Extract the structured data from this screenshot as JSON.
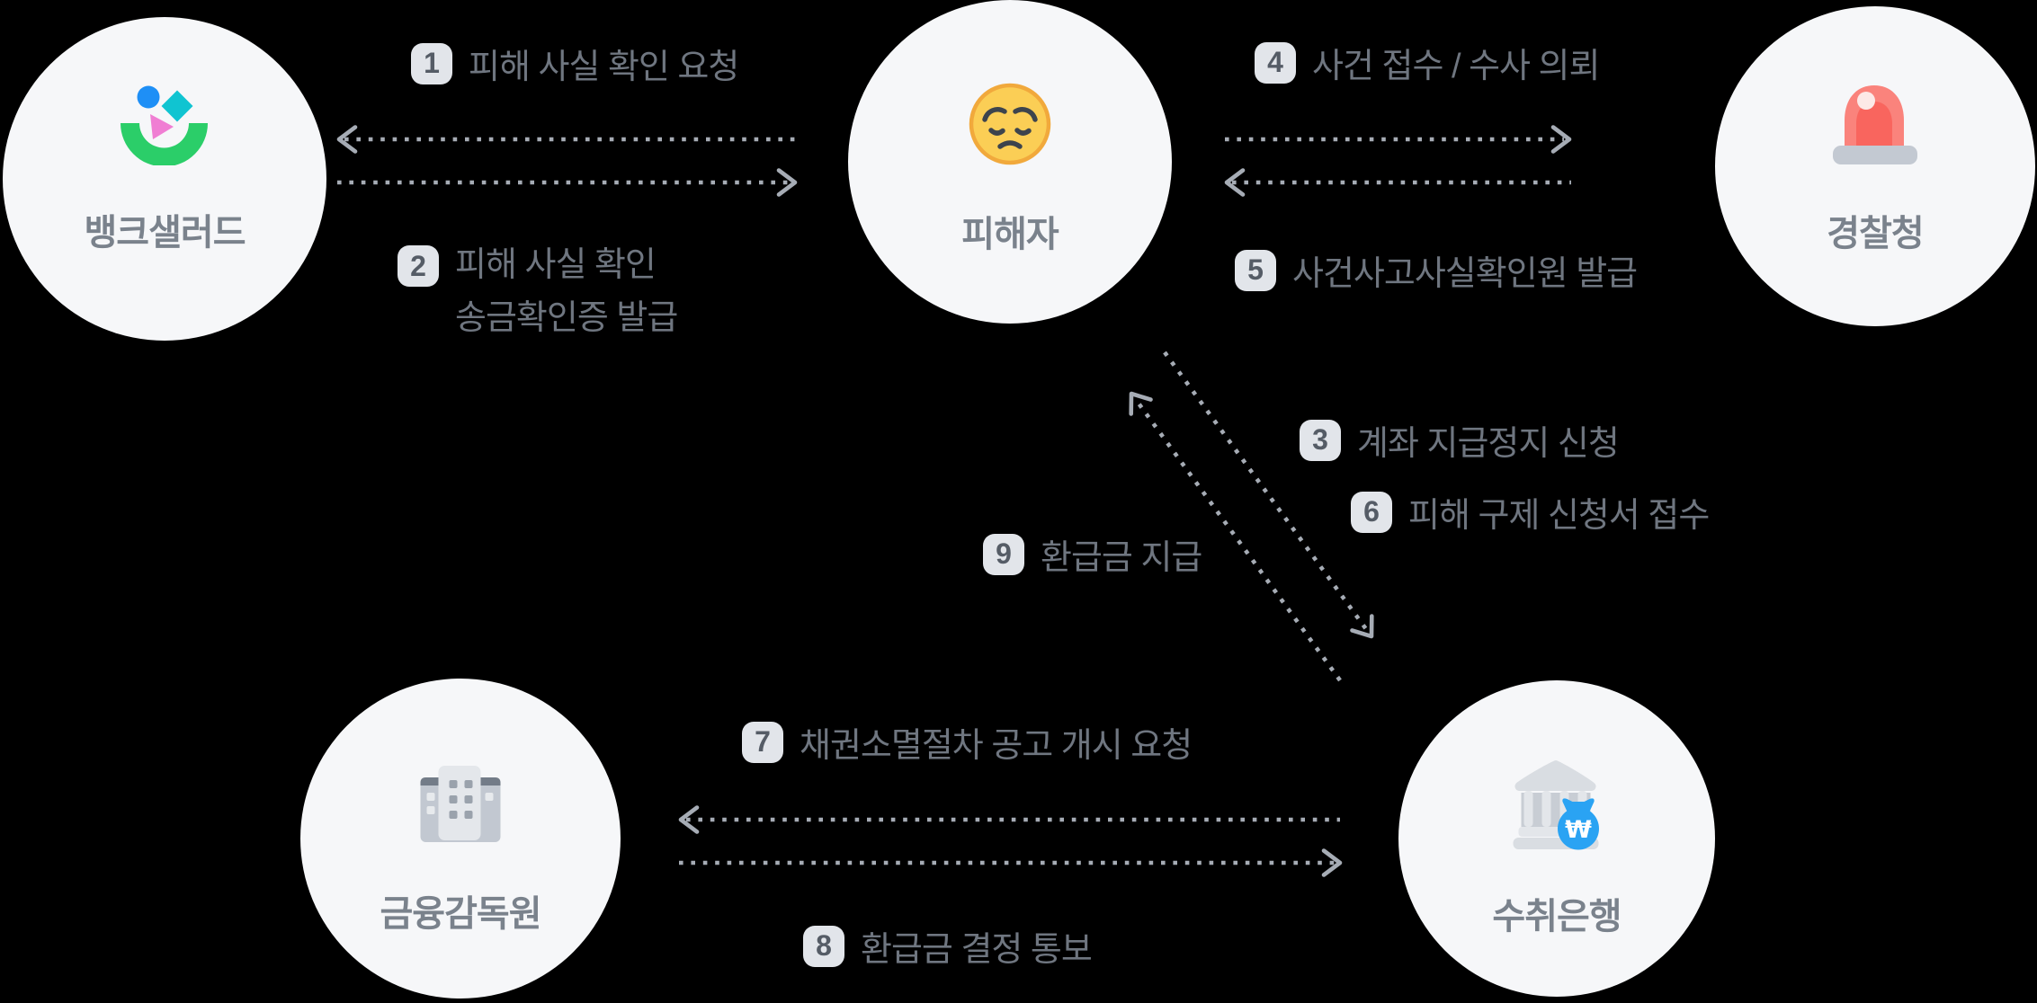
{
  "theme": {
    "background": "#000000",
    "circle_bg": "#F6F7F9",
    "node_text": "#7A828C",
    "label_text": "#6F7680",
    "badge_bg": "#E2E5EA",
    "badge_text": "#555C66",
    "arrow": "#A6ACB5",
    "logo_blue": "#1E8FF6",
    "logo_teal": "#10C4D1",
    "logo_pink": "#F07ED3",
    "logo_green": "#2BCE69",
    "emoji_face": "#FBCE55",
    "emoji_border": "#F1A93C",
    "emoji_feature": "#3D444D",
    "siren_red": "#FA837C",
    "siren_red_inner": "#F9655E",
    "siren_highlight": "#FCE9E7",
    "siren_base": "#C3C9D2",
    "bldg_mid": "#C2C8D1",
    "bldg_dark": "#737C88",
    "bldg_light": "#E4E7EB",
    "bldg_window": "#9AA2AC",
    "bank_light": "#D9DDE2",
    "bank_mid": "#C8CDD4",
    "bag_blue": "#2AA3F3"
  },
  "nodes": [
    {
      "id": "banksalad",
      "label": "뱅크샐러드",
      "icon": "banksalad-logo"
    },
    {
      "id": "victim",
      "label": "피해자",
      "icon": "pensive-face"
    },
    {
      "id": "police",
      "label": "경찰청",
      "icon": "siren"
    },
    {
      "id": "fss",
      "label": "금융감독원",
      "icon": "office-building"
    },
    {
      "id": "bank",
      "label": "수취은행",
      "icon": "bank-with-money-bag",
      "won_symbol": "₩"
    }
  ],
  "flows": [
    {
      "num": "1",
      "text": "피해 사실 확인 요청",
      "from": "피해자",
      "to": "뱅크샐러드"
    },
    {
      "num": "2",
      "text": "피해 사실 확인",
      "text2": "송금확인증 발급",
      "from": "뱅크샐러드",
      "to": "피해자"
    },
    {
      "num": "3",
      "text": "계좌 지급정지 신청",
      "from": "피해자",
      "to": "수취은행"
    },
    {
      "num": "4",
      "text": "사건 접수 / 수사 의뢰",
      "from": "피해자",
      "to": "경찰청"
    },
    {
      "num": "5",
      "text": "사건사고사실확인원 발급",
      "from": "경찰청",
      "to": "피해자"
    },
    {
      "num": "6",
      "text": "피해 구제 신청서 접수",
      "from": "피해자",
      "to": "수취은행"
    },
    {
      "num": "7",
      "text": "채권소멸절차 공고 개시 요청",
      "from": "수취은행",
      "to": "금융감독원"
    },
    {
      "num": "8",
      "text": "환급금 결정 통보",
      "from": "금융감독원",
      "to": "수취은행"
    },
    {
      "num": "9",
      "text": "환급금 지급",
      "from": "수취은행",
      "to": "피해자"
    }
  ]
}
